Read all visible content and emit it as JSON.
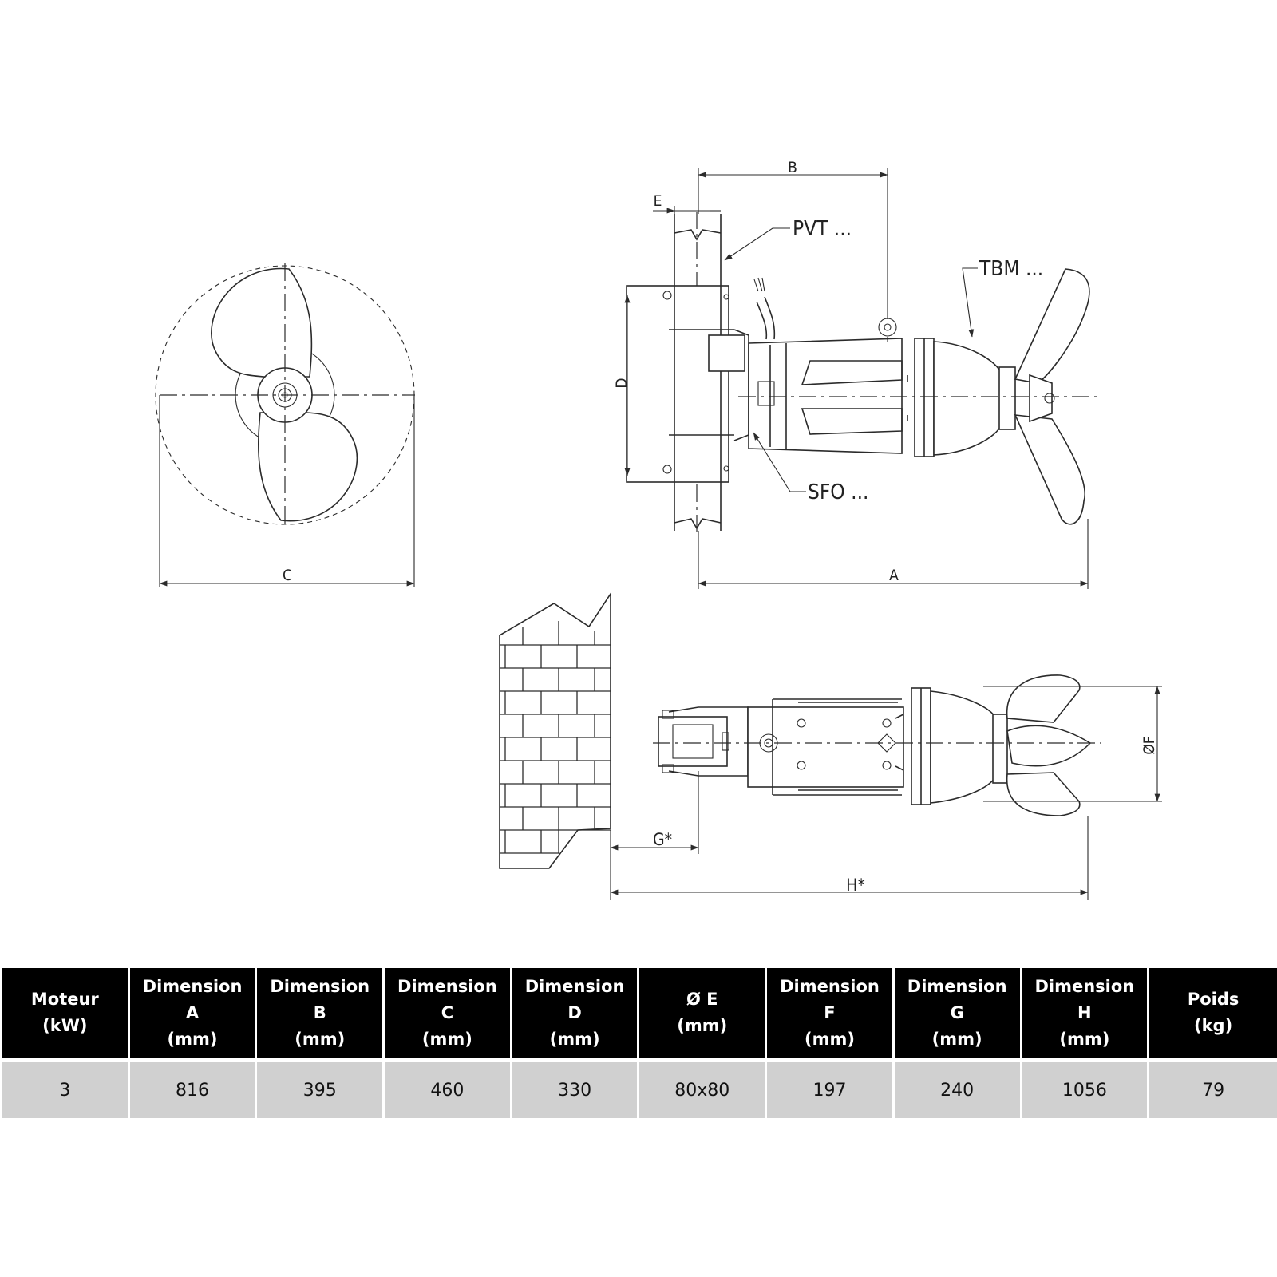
{
  "drawing": {
    "labels": {
      "B": "B",
      "E": "E",
      "PVT": "PVT ...",
      "TBM": "TBM ...",
      "D": "D",
      "SFO": "SFO ...",
      "C": "C",
      "A": "A",
      "OF": "ØF",
      "G": "G*",
      "H": "H*"
    }
  },
  "table": {
    "headers": [
      [
        "Moteur",
        "(kW)"
      ],
      [
        "Dimension",
        "A",
        "(mm)"
      ],
      [
        "Dimension",
        "B",
        "(mm)"
      ],
      [
        "Dimension",
        "C",
        "(mm)"
      ],
      [
        "Dimension",
        "D",
        "(mm)"
      ],
      [
        "Ø E",
        "(mm)"
      ],
      [
        "Dimension",
        "F",
        "(mm)"
      ],
      [
        "Dimension",
        "G",
        "(mm)"
      ],
      [
        "Dimension",
        "H",
        "(mm)"
      ],
      [
        "Poids",
        "(kg)"
      ]
    ],
    "row": [
      "3",
      "816",
      "395",
      "460",
      "330",
      "80x80",
      "197",
      "240",
      "1056",
      "79"
    ]
  }
}
